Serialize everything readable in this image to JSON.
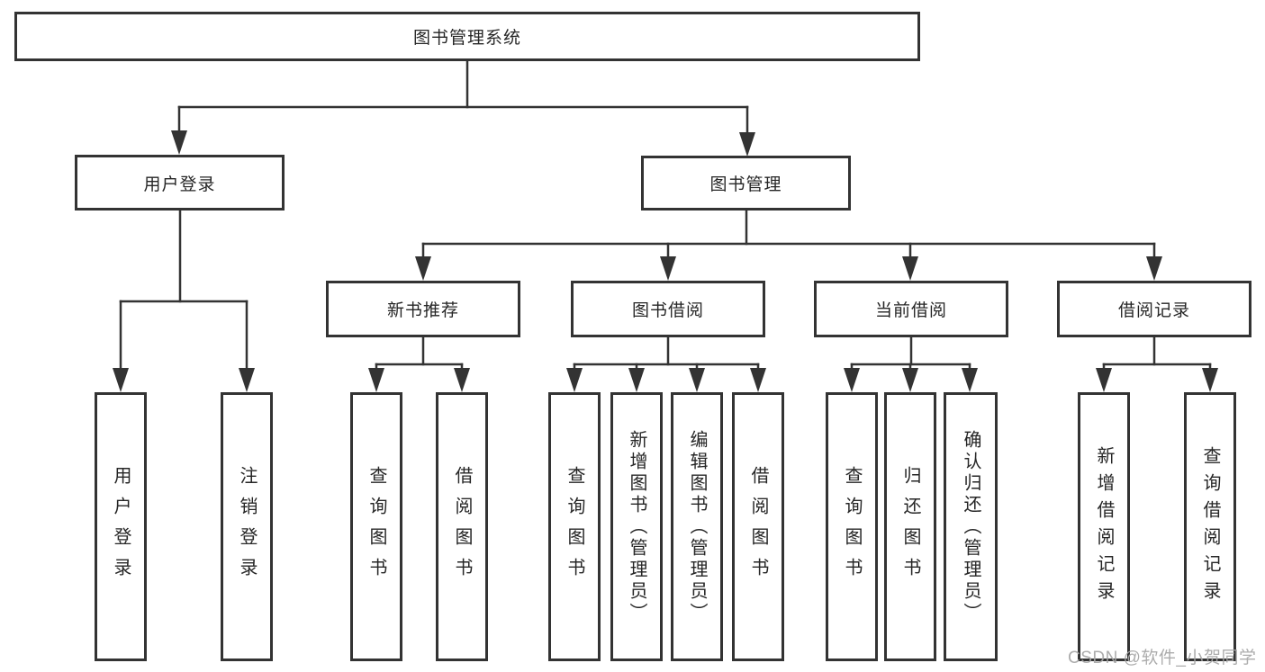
{
  "diagram_title": "图书管理系统",
  "tree": {
    "label": "图书管理系统",
    "children": [
      {
        "label": "用户登录",
        "children": [
          {
            "label": "用户登录"
          },
          {
            "label": "注销登录"
          }
        ]
      },
      {
        "label": "图书管理",
        "children": [
          {
            "label": "新书推荐",
            "children": [
              {
                "label": "查询图书"
              },
              {
                "label": "借阅图书"
              }
            ]
          },
          {
            "label": "图书借阅",
            "children": [
              {
                "label": "查询图书"
              },
              {
                "label": "新增图书（管理员）"
              },
              {
                "label": "编辑图书（管理员）"
              },
              {
                "label": "借阅图书"
              }
            ]
          },
          {
            "label": "当前借阅",
            "children": [
              {
                "label": "查询图书"
              },
              {
                "label": "归还图书"
              },
              {
                "label": "确认归还（管理员）"
              }
            ]
          },
          {
            "label": "借阅记录",
            "children": [
              {
                "label": "新增借阅记录"
              },
              {
                "label": "查询借阅记录"
              }
            ]
          }
        ]
      }
    ]
  },
  "watermark": {
    "text": "CSDN @软件_小贺同学"
  },
  "colors": {
    "line": "#333333",
    "box_border": "#333333",
    "box_fill": "#ffffff",
    "text": "#262626",
    "watermark": "#a6a6a6"
  }
}
